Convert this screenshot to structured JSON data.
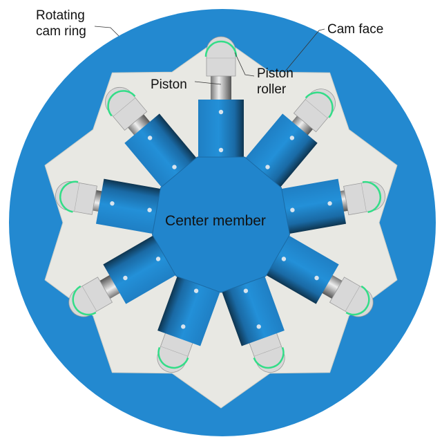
{
  "labels": {
    "cam_ring_line1": "Rotating",
    "cam_ring_line2": "cam ring",
    "cam_face": "Cam face",
    "piston": "Piston",
    "piston_roller_line1": "Piston",
    "piston_roller_line2": "roller",
    "center_member": "Center member"
  },
  "colors": {
    "ring": "#2389d0",
    "cam_face": "#e8e8e3",
    "roller_ring": "#33dd88"
  },
  "piston_count": 9
}
